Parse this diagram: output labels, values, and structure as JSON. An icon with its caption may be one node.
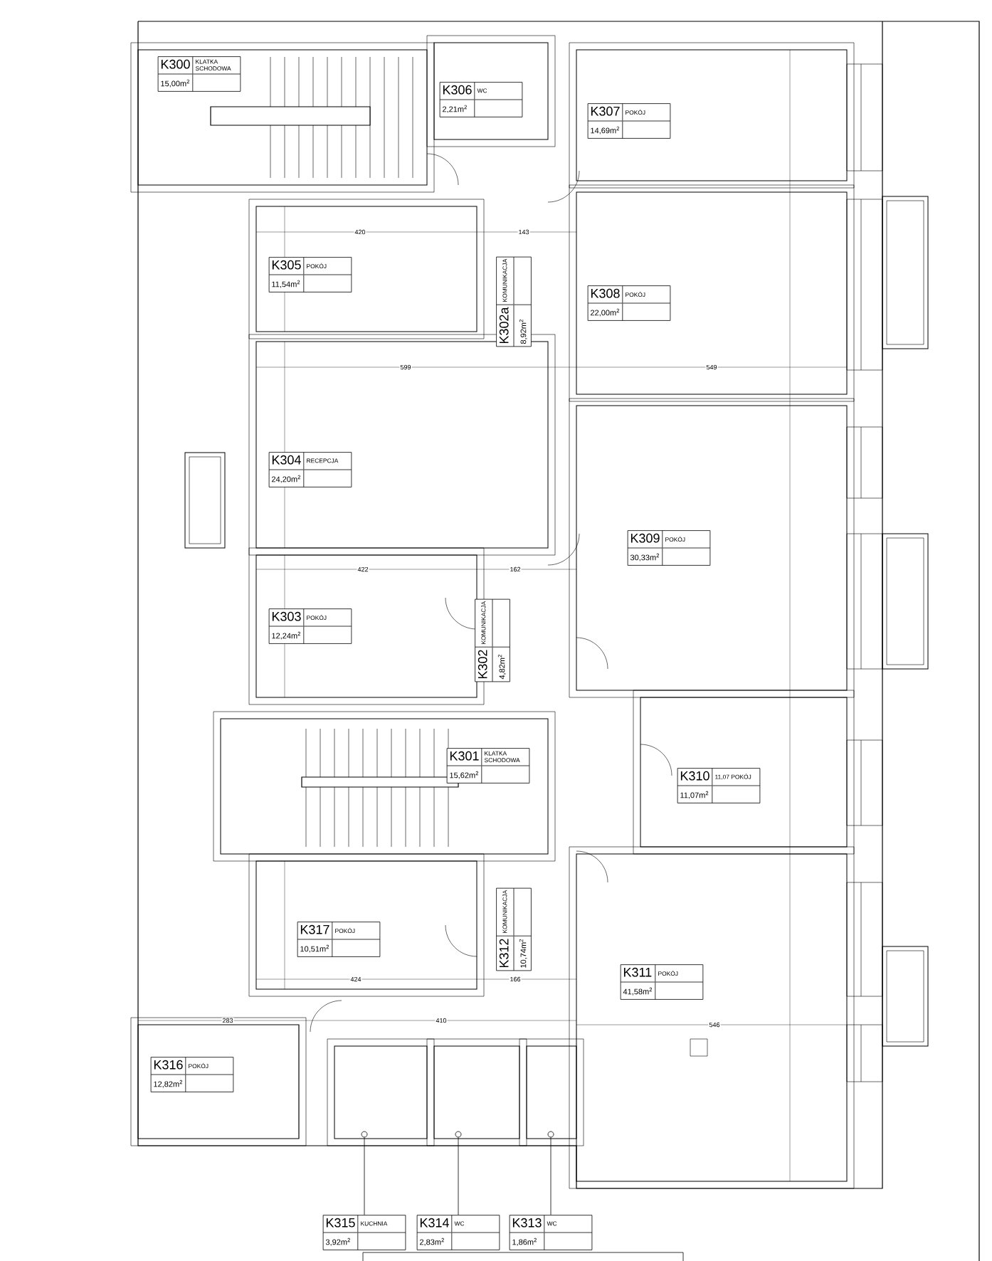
{
  "diagram": {
    "nodes": [
      {
        "text": [
          "K300",
          "KLATKA SCHODOWA",
          "15,00m$^{2}$"
        ]
      },
      {
        "text": [
          "K306",
          "WC",
          "2,21m$^{2}$"
        ]
      },
      {
        "text": [
          "K307",
          "POKÓJ",
          "14,69m$^{2}$"
        ]
      },
      {
        "text": [
          "K305",
          "POKÓJ",
          "11,54m$^{2}$"
        ]
      },
      {
        "text": [
          "K302a",
          "KOMUNIKACJA",
          "8,92m$^{2}$"
        ]
      },
      {
        "text": [
          "K308",
          "POKÓJ",
          "22,00m$^{2}$"
        ]
      },
      {
        "text": [
          "K304",
          "RECEPCJA",
          "24,20m$^{2}$"
        ]
      },
      {
        "text": [
          "K309",
          "POKÓJ",
          "30,33m$^{2}$"
        ]
      },
      {
        "text": [
          "K303",
          "POKÓJ",
          "12,24m$^{2}$"
        ]
      },
      {
        "text": [
          "K302",
          "KOMUNIKACJA",
          "4,82m$^{2}$"
        ]
      },
      {
        "text": [
          "K301",
          "KLATKA SCHODOWA",
          "15,62m$^{2}$"
        ]
      },
      {
        "text": [
          "K310",
          "11,07 POKÓJ",
          "11,07m$^{2}$"
        ]
      },
      {
        "text": [
          "K317",
          "POKÓJ",
          "10,51m$^{2}$"
        ]
      },
      {
        "text": [
          "K312",
          "KOMUNIKACJA",
          "10,74m$^{2}$"
        ]
      },
      {
        "text": [
          "K311",
          "POKÓJ",
          "41,58m$^{2}$"
        ]
      },
      {
        "text": [
          "K316",
          "POKÓJ",
          "12,82m$^{2}$"
        ]
      },
      {
        "text": [],
        "shape": "circle"
      },
      {
        "text": [],
        "shape": "circle"
      },
      {
        "text": [],
        "shape": "circle"
      },
      {
        "text": [
          "K315",
          "KUCHNIA",
          "3,92m$^{2}$"
        ]
      },
      {
        "text": [
          "K314",
          "WC",
          "2,83m$^{2}$"
        ]
      },
      {
        "text": [
          "K313",
          "WC",
          "1,86m$^{2}$"
        ]
      }
    ],
    "edges": [
      {
        "from": 19,
        "to": 16,
        "arrow": "none"
      },
      {
        "from": 20,
        "to": 17,
        "arrow": "none"
      },
      {
        "from": 21,
        "to": 18,
        "arrow": "none"
      }
    ],
    "labels": [
      "420",
      "143",
      "599",
      "549",
      "422",
      "162",
      "424",
      "166",
      "283",
      "410",
      "546"
    ]
  }
}
